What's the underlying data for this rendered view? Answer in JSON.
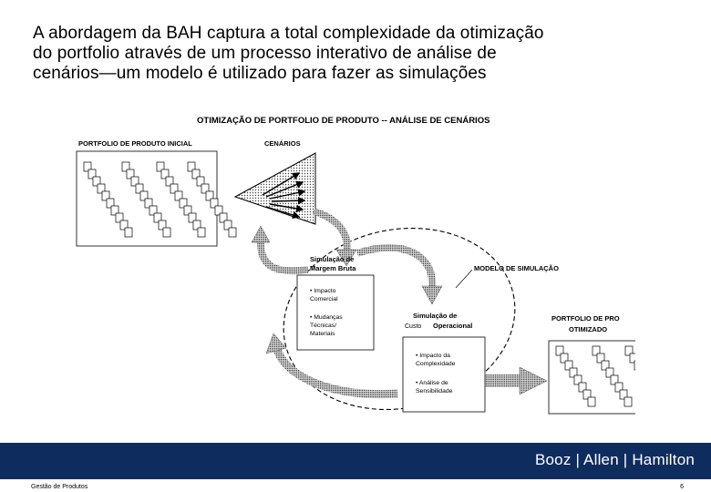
{
  "slide": {
    "title_lines": [
      "A abordagem da BAH captura a total complexidade da otimização",
      "do portfolio através de um processo interativo de análise de",
      "cenários—um modelo é utilizado para fazer as simulações"
    ]
  },
  "diagram": {
    "title": "OTIMIZAÇÃO DE PORTFOLIO DE PRODUTO -- ANÁLISE DE CENÁRIOS",
    "initial_portfolio_label": "PORTFOLIO DE PRODUTO INICIAL",
    "scenarios_label": "CENÁRIOS",
    "simulation_model_label": "MODELO DE SIMULAÇÃO",
    "optimized_portfolio_label": [
      "PORTFOLIO DE PRO",
      "OTIMIZADO"
    ],
    "gross_margin": {
      "title": [
        "Simulação de",
        "Margem Bruta"
      ],
      "items": [
        [
          "• Impacto",
          "  Comercial"
        ],
        [
          "• Mudanças",
          "  Técnicas/",
          "  Materiais"
        ]
      ]
    },
    "operational_cost": {
      "title": [
        "Simulação de",
        "Operacional"
      ],
      "custo_label": "Custo",
      "items": [
        [
          "• Impacto da",
          "  Complexidade"
        ],
        [
          "• Análise de",
          "  Sensibilidade"
        ]
      ]
    }
  },
  "footer": {
    "brand": "Booz | Allen | Hamilton",
    "left_text": "Gestão de Produtos",
    "page_number": "6"
  },
  "colors": {
    "footer_bar": "#0f2c5f",
    "brand_text": "#ffffff"
  }
}
